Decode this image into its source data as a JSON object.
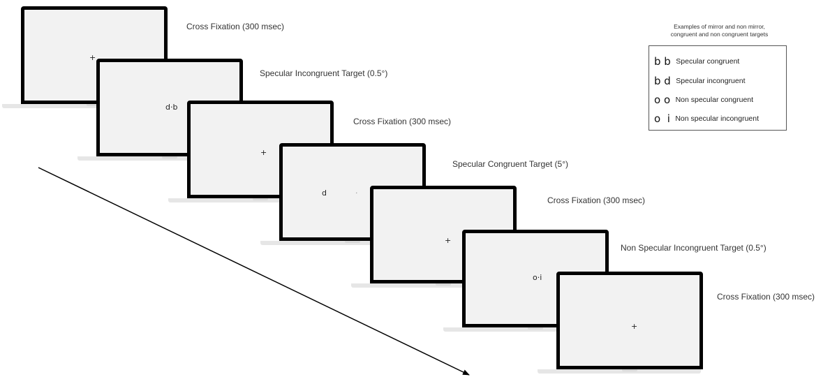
{
  "trial_sequence": [
    {
      "label": "Cross Fixation (300 msec)",
      "stimuli": [
        "+"
      ]
    },
    {
      "label": "Specular Incongruent Target (0.5°)",
      "stimuli": [
        "d·b"
      ]
    },
    {
      "label": "Cross Fixation (300 msec)",
      "stimuli": [
        "+"
      ]
    },
    {
      "label": "Specular Congruent Target (5°)",
      "stimuli": [
        "d",
        "·",
        "d"
      ]
    },
    {
      "label": "Cross Fixation (300 msec)",
      "stimuli": [
        "+"
      ]
    },
    {
      "label": "Non Specular Incongruent Target (0.5°)",
      "stimuli": [
        "o·i"
      ]
    },
    {
      "label": "Cross Fixation (300 msec)",
      "stimuli": [
        "+"
      ]
    }
  ],
  "legend": {
    "title_line1": "Examples of mirror and non mirror,",
    "title_line2": "congruent and non congruent targets",
    "items": [
      {
        "symbols": "b b",
        "text": "Specular congruent"
      },
      {
        "symbols": "b d",
        "text": "Specular incongruent"
      },
      {
        "symbols": "o o",
        "text": "Non specular congruent"
      },
      {
        "symbols": "o  i",
        "text": "Non specular incongruent"
      }
    ]
  }
}
